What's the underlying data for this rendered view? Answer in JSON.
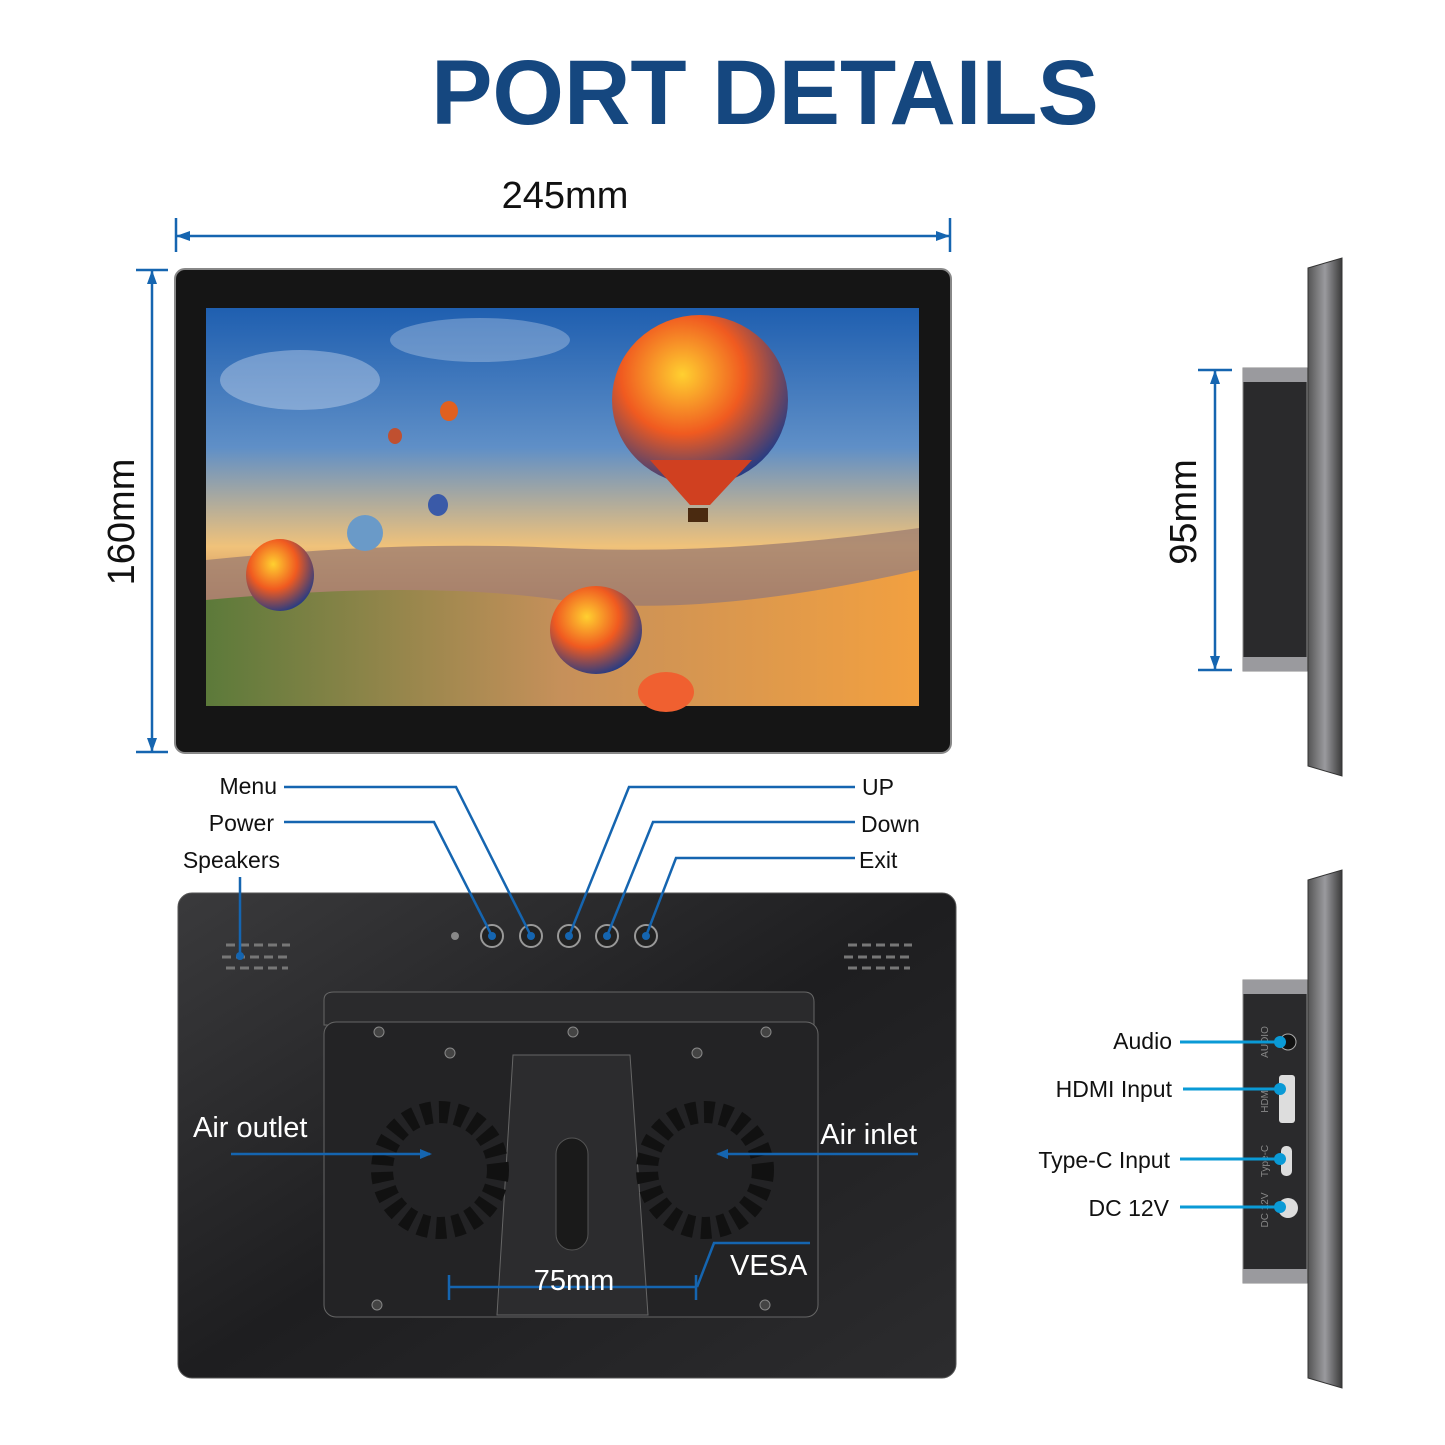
{
  "title": "PORT DETAILS",
  "dimensions": {
    "width": "245mm",
    "height": "160mm",
    "depth": "95mm",
    "vesa": "75mm"
  },
  "front_buttons": {
    "left": [
      "Menu",
      "Power",
      "Speakers"
    ],
    "right": [
      "UP",
      "Down",
      "Exit"
    ]
  },
  "rear_labels": {
    "air_outlet": "Air outlet",
    "air_inlet": "Air inlet",
    "vesa": "VESA"
  },
  "side_ports": [
    {
      "label": "Audio",
      "print": "AUDIO"
    },
    {
      "label": "HDMI Input",
      "print": "HDMI"
    },
    {
      "label": "Type-C Input",
      "print": "Type-C"
    },
    {
      "label": "DC 12V",
      "print": "DC 12V"
    }
  ],
  "colors": {
    "title": "#15477f",
    "dimension_line": "#1565b0",
    "port_line": "#0a9ad6",
    "device": "#222222"
  }
}
